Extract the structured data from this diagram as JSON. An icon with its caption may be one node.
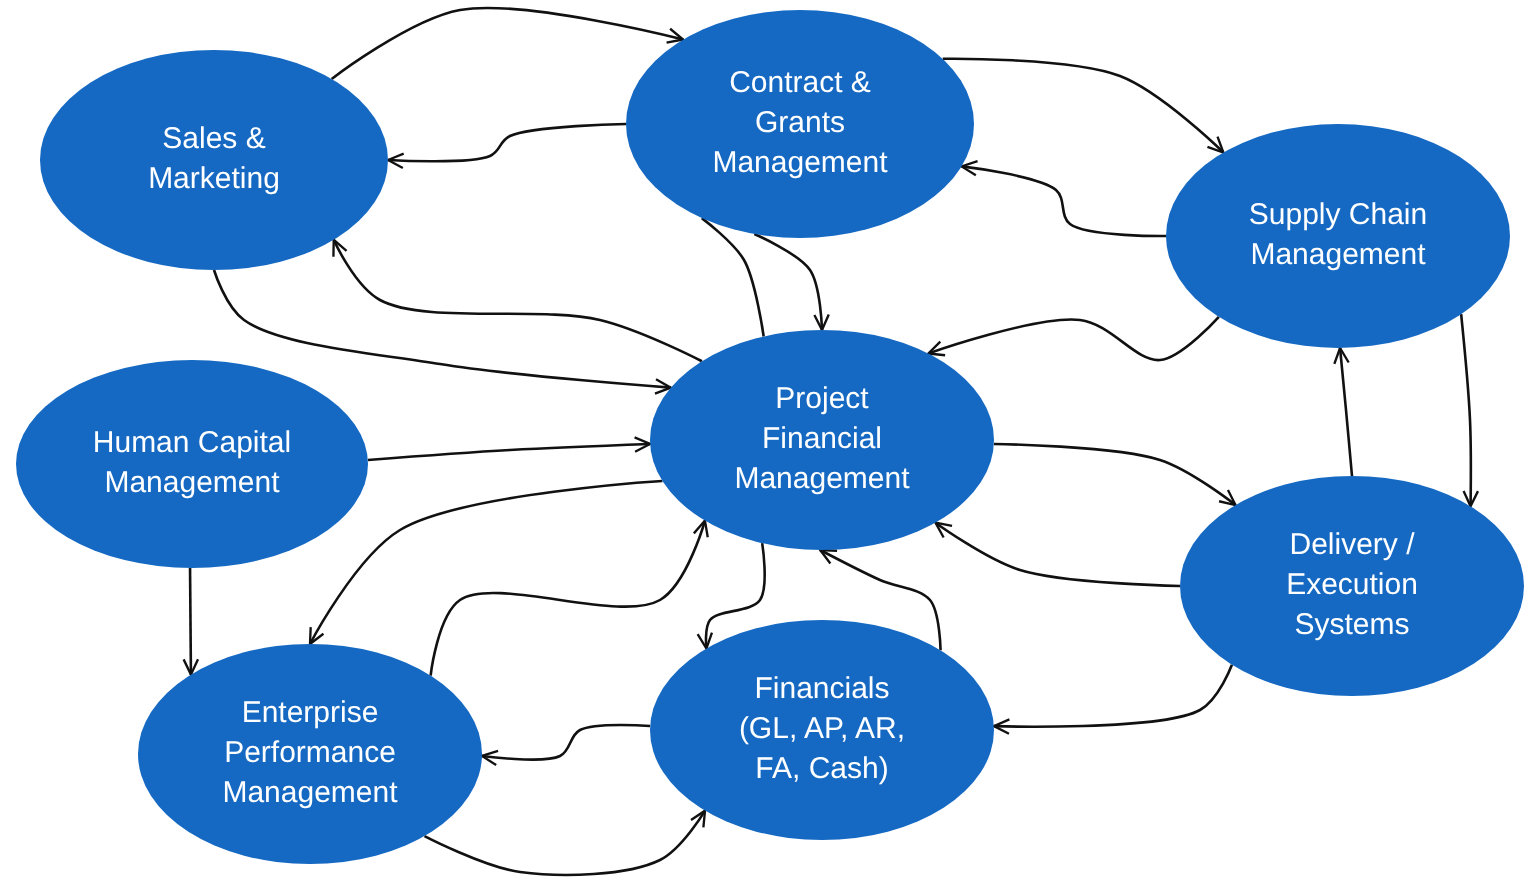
{
  "diagram": {
    "nodes": [
      {
        "text": [
          "Sales & Marketing"
        ]
      },
      {
        "text": [
          "Contract & Grants Management"
        ]
      },
      {
        "text": [
          "Supply Chain Management"
        ]
      },
      {
        "text": [
          "Human Capital Management"
        ]
      },
      {
        "text": [
          "Project Financial Management"
        ]
      },
      {
        "text": [
          "Delivery / Execution Systems"
        ]
      },
      {
        "text": [
          "Enterprise Performance Management"
        ]
      },
      {
        "text": [
          "Financials (GL, AP, AR, FA, Cash)"
        ]
      }
    ],
    "edges": [
      {
        "from": 0,
        "to": 1,
        "arrow": "to"
      },
      {
        "from": 1,
        "to": 0,
        "arrow": "to"
      },
      {
        "from": 1,
        "to": 2,
        "arrow": "to"
      },
      {
        "from": 2,
        "to": 1,
        "arrow": "to"
      },
      {
        "from": 0,
        "to": 4,
        "arrow": "to"
      },
      {
        "from": 4,
        "to": 0,
        "arrow": "to"
      },
      {
        "from": 1,
        "to": 4,
        "arrow": "none"
      },
      {
        "from": 1,
        "to": 4,
        "arrow": "to"
      },
      {
        "from": 2,
        "to": 4,
        "arrow": "to"
      },
      {
        "from": 3,
        "to": 4,
        "arrow": "to"
      },
      {
        "from": 4,
        "to": 6,
        "arrow": "to"
      },
      {
        "from": 6,
        "to": 4,
        "arrow": "to"
      },
      {
        "from": 3,
        "to": 6,
        "arrow": "to"
      },
      {
        "from": 4,
        "to": 7,
        "arrow": "to"
      },
      {
        "from": 7,
        "to": 4,
        "arrow": "to"
      },
      {
        "from": 7,
        "to": 6,
        "arrow": "to"
      },
      {
        "from": 6,
        "to": 7,
        "arrow": "to"
      },
      {
        "from": 4,
        "to": 5,
        "arrow": "to"
      },
      {
        "from": 5,
        "to": 4,
        "arrow": "to"
      },
      {
        "from": 5,
        "to": 7,
        "arrow": "to"
      },
      {
        "from": 5,
        "to": 2,
        "arrow": "to"
      },
      {
        "from": 2,
        "to": 5,
        "arrow": "to"
      }
    ]
  }
}
